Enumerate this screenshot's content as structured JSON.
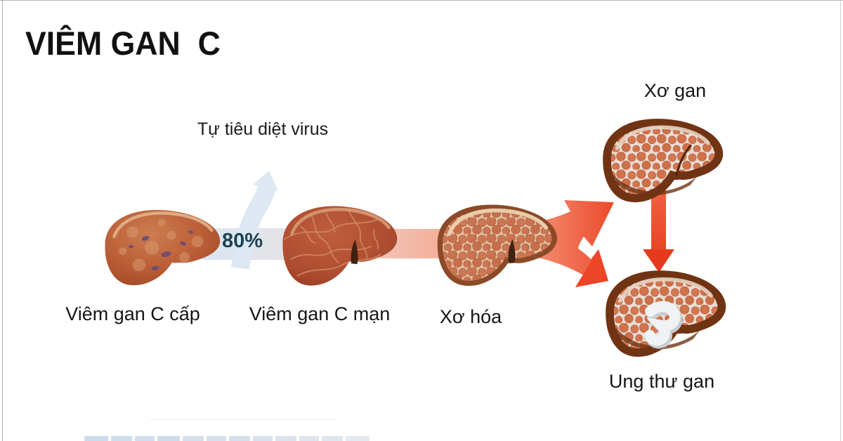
{
  "page": {
    "title": "VIÊM GAN  C",
    "background": "#ffffff",
    "frame_border_color": "#b7b7b7"
  },
  "colors": {
    "title_text": "#111111",
    "label_text": "#161616",
    "percent_text": "#1d4354",
    "band_blue": "#dbe6f2",
    "band_salmon": "#f4b09a",
    "arrow_red": "#ed4526",
    "arrow_red_light": "#f2987e",
    "liver_orange": "#c2633c",
    "liver_dark_rim": "#703313"
  },
  "diagram": {
    "self_clear": {
      "label": "Tự tiêu diệt virus",
      "percent": "80%"
    },
    "stages": [
      {
        "id": "acute",
        "label": "Viêm gan C cấp"
      },
      {
        "id": "chronic",
        "label": "Viêm gan C mạn"
      },
      {
        "id": "fibrosis",
        "label": "Xơ hóa"
      },
      {
        "id": "cirrhosis",
        "label": "Xơ gan"
      },
      {
        "id": "cancer",
        "label": "Ung thư gan"
      }
    ]
  }
}
